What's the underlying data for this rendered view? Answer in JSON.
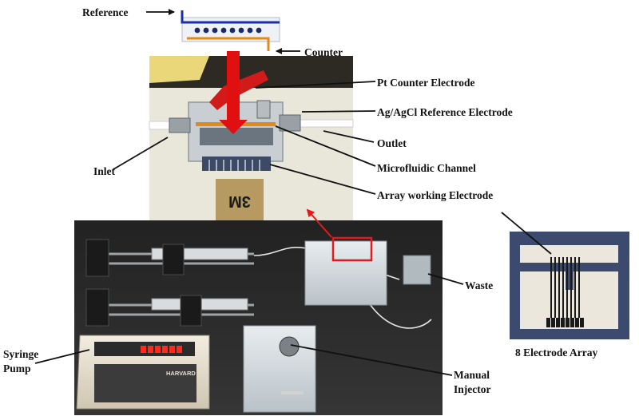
{
  "labels": {
    "reference": "Reference",
    "counter": "Counter",
    "pt_counter": "Pt Counter Electrode",
    "ag_reference": "Ag/AgCl Reference Electrode",
    "outlet": "Outlet",
    "inlet": "Inlet",
    "microfluidic_channel": "Microfluidic Channel",
    "array_working": "Array working Electrode",
    "waste": "Waste",
    "syringe_pump_1": "Syringe",
    "syringe_pump_2": "Pump",
    "manual_injector_1": "Manual",
    "manual_injector_2": "Injector",
    "electrode_array": "8 Electrode Array"
  },
  "equipment_text": {
    "pump_brand": "HARVARD",
    "tape_brand": "3M"
  },
  "colors": {
    "reference_electrode": "#1a2fa8",
    "counter_electrode": "#e08a1e",
    "schematic_dots": "#1a2a6a",
    "big_arrow": "#e01010",
    "pump_display": "#ff2a1a",
    "callout_box": "#e11b1b"
  }
}
